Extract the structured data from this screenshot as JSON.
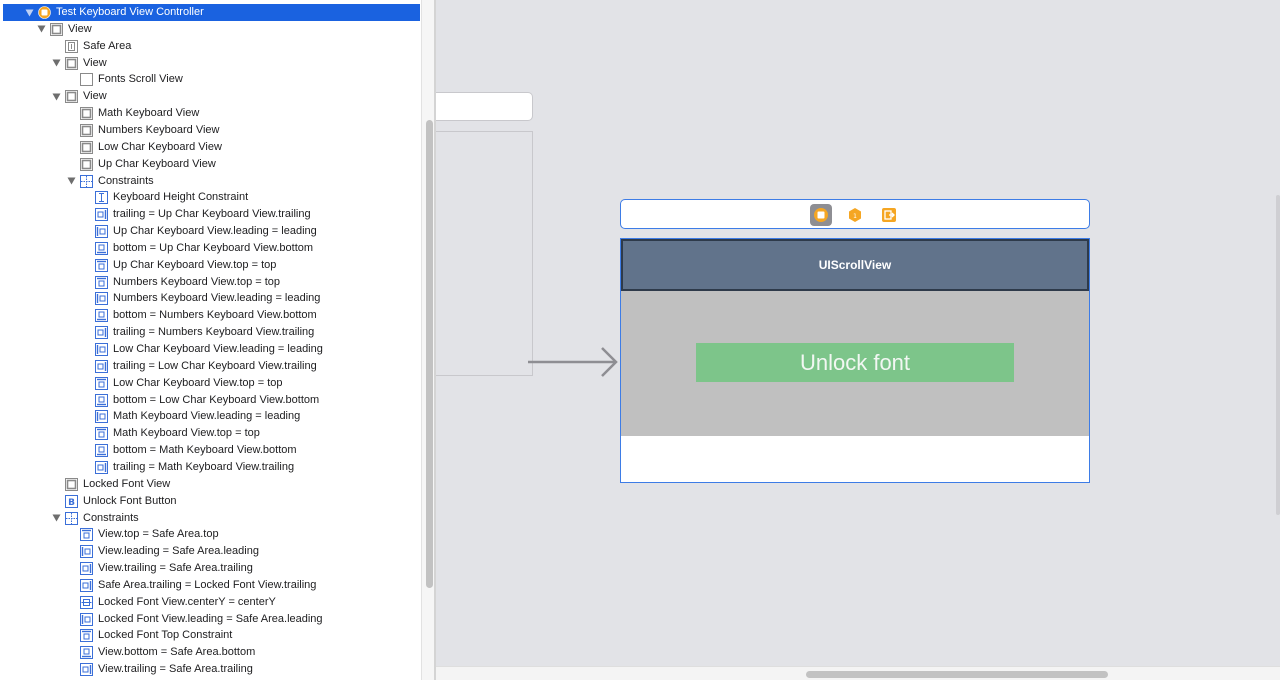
{
  "outline": {
    "rows": [
      {
        "label": "Test Keyboard View Controller",
        "icon": "view-controller-icon",
        "indent": 0,
        "disclosure": "open",
        "selected": true
      },
      {
        "label": "View",
        "icon": "view-icon",
        "indent": 1,
        "disclosure": "open"
      },
      {
        "label": "Safe Area",
        "icon": "safe-area-icon",
        "indent": 2
      },
      {
        "label": "View",
        "icon": "view-icon",
        "indent": 2,
        "disclosure": "open"
      },
      {
        "label": "Fonts Scroll View",
        "icon": "scroll-view-icon",
        "indent": 3
      },
      {
        "label": "View",
        "icon": "view-icon",
        "indent": 2,
        "disclosure": "open"
      },
      {
        "label": "Math Keyboard View",
        "icon": "view-icon",
        "indent": 3
      },
      {
        "label": "Numbers Keyboard View",
        "icon": "view-icon",
        "indent": 3
      },
      {
        "label": "Low Char Keyboard View",
        "icon": "view-icon",
        "indent": 3
      },
      {
        "label": "Up Char Keyboard View",
        "icon": "view-icon",
        "indent": 3
      },
      {
        "label": "Constraints",
        "icon": "constraints-icon",
        "indent": 3,
        "disclosure": "open"
      },
      {
        "label": "Keyboard Height Constraint",
        "icon": "constraint-height-icon",
        "indent": 4
      },
      {
        "label": "trailing = Up Char Keyboard View.trailing",
        "icon": "constraint-trailing-icon",
        "indent": 4
      },
      {
        "label": "Up Char Keyboard View.leading = leading",
        "icon": "constraint-leading-icon",
        "indent": 4
      },
      {
        "label": "bottom = Up Char Keyboard View.bottom",
        "icon": "constraint-bottom-icon",
        "indent": 4
      },
      {
        "label": "Up Char Keyboard View.top = top",
        "icon": "constraint-top-icon",
        "indent": 4
      },
      {
        "label": "Numbers Keyboard View.top = top",
        "icon": "constraint-top-icon",
        "indent": 4
      },
      {
        "label": "Numbers Keyboard View.leading = leading",
        "icon": "constraint-leading-icon",
        "indent": 4
      },
      {
        "label": "bottom = Numbers Keyboard View.bottom",
        "icon": "constraint-bottom-icon",
        "indent": 4
      },
      {
        "label": "trailing = Numbers Keyboard View.trailing",
        "icon": "constraint-trailing-icon",
        "indent": 4
      },
      {
        "label": "Low Char Keyboard View.leading = leading",
        "icon": "constraint-leading-icon",
        "indent": 4
      },
      {
        "label": "trailing = Low Char Keyboard View.trailing",
        "icon": "constraint-trailing-icon",
        "indent": 4
      },
      {
        "label": "Low Char Keyboard View.top = top",
        "icon": "constraint-top-icon",
        "indent": 4
      },
      {
        "label": "bottom = Low Char Keyboard View.bottom",
        "icon": "constraint-bottom-icon",
        "indent": 4
      },
      {
        "label": "Math Keyboard View.leading = leading",
        "icon": "constraint-leading-icon",
        "indent": 4
      },
      {
        "label": "Math Keyboard View.top = top",
        "icon": "constraint-top-icon",
        "indent": 4
      },
      {
        "label": "bottom = Math Keyboard View.bottom",
        "icon": "constraint-bottom-icon",
        "indent": 4
      },
      {
        "label": "trailing = Math Keyboard View.trailing",
        "icon": "constraint-trailing-icon",
        "indent": 4
      },
      {
        "label": "Locked Font View",
        "icon": "view-icon",
        "indent": 2
      },
      {
        "label": "Unlock Font Button",
        "icon": "button-icon",
        "indent": 2
      },
      {
        "label": "Constraints",
        "icon": "constraints-icon",
        "indent": 2,
        "disclosure": "open"
      },
      {
        "label": "View.top = Safe Area.top",
        "icon": "constraint-top-icon",
        "indent": 3
      },
      {
        "label": "View.leading = Safe Area.leading",
        "icon": "constraint-leading-icon",
        "indent": 3
      },
      {
        "label": "View.trailing = Safe Area.trailing",
        "icon": "constraint-trailing-icon",
        "indent": 3
      },
      {
        "label": "Safe Area.trailing = Locked Font View.trailing",
        "icon": "constraint-trailing-icon",
        "indent": 3
      },
      {
        "label": "Locked Font View.centerY = centerY",
        "icon": "constraint-center-icon",
        "indent": 3
      },
      {
        "label": "Locked Font View.leading = Safe Area.leading",
        "icon": "constraint-leading-icon",
        "indent": 3
      },
      {
        "label": "Locked Font Top Constraint",
        "icon": "constraint-top-icon",
        "indent": 3
      },
      {
        "label": "View.bottom = Safe Area.bottom",
        "icon": "constraint-bottom-icon",
        "indent": 3
      },
      {
        "label": "View.trailing = Safe Area.trailing",
        "icon": "constraint-trailing-icon",
        "indent": 3
      }
    ]
  },
  "scene": {
    "dock_icons": [
      "view-controller-icon",
      "first-responder-icon",
      "exit-icon"
    ],
    "scroll_view_label": "UIScrollView",
    "unlock_button_label": "Unlock font"
  },
  "colors": {
    "selection": "#1a62e0",
    "scroll_view_fill": "#61738b",
    "locked_area_fill": "#c0c0c0",
    "unlock_button_fill": "#7dc58a",
    "canvas": "#e2e3e7",
    "scene_border": "#3d7ce6"
  }
}
